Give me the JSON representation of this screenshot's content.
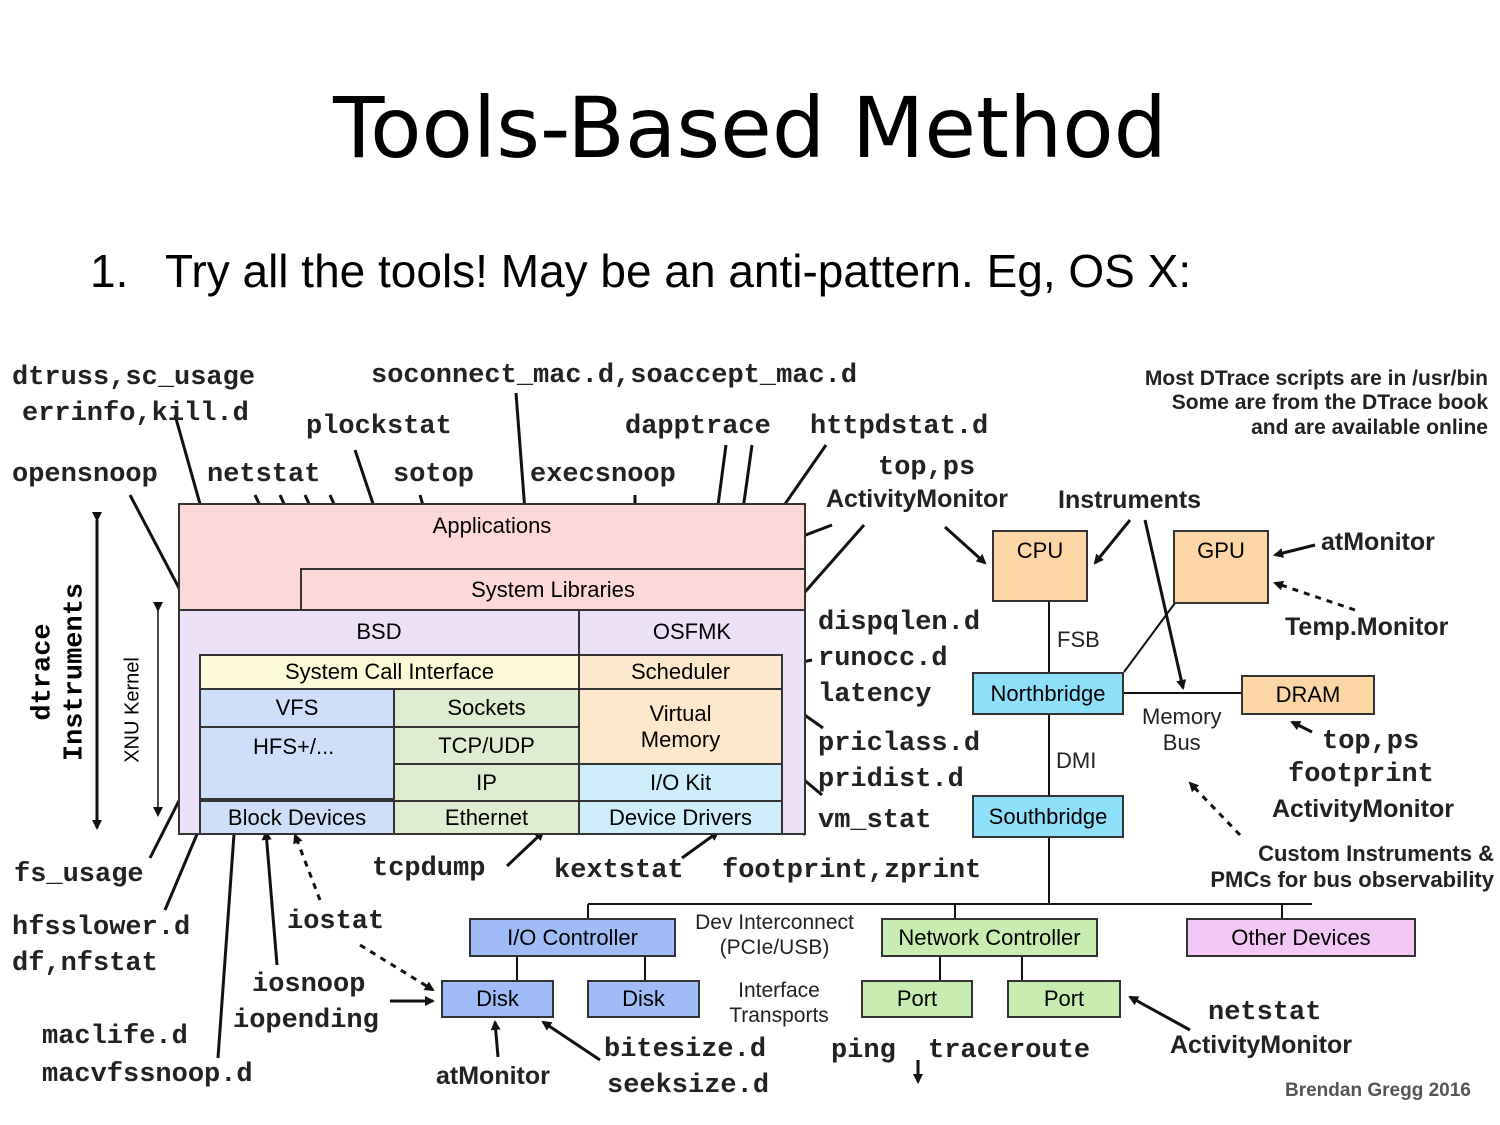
{
  "slide": {
    "title": "Tools-Based Method",
    "bullet_number": "1.",
    "bullet_text": "Try all the tools! May be an anti-pattern. Eg, OS X:"
  },
  "diagram": {
    "layers": {
      "applications": "Applications",
      "system_libraries": "System Libraries",
      "bsd": "BSD",
      "osfmk": "OSFMK",
      "syscall_interface": "System Call Interface",
      "vfs": "VFS",
      "sockets": "Sockets",
      "tcp_udp": "TCP/UDP",
      "hfs": "HFS+/...",
      "ip": "IP",
      "block_devices": "Block Devices",
      "ethernet": "Ethernet",
      "scheduler": "Scheduler",
      "virtual_memory": "Virtual\nMemory",
      "io_kit": "I/O Kit",
      "device_drivers": "Device Drivers",
      "xnu_kernel": "XNU Kernel",
      "dtrace_instruments": "dtrace\nInstruments"
    },
    "hardware": {
      "cpu": "CPU",
      "gpu": "GPU",
      "fsb": "FSB",
      "northbridge": "Northbridge",
      "dram": "DRAM",
      "memory_bus": "Memory\nBus",
      "dmi": "DMI",
      "southbridge": "Southbridge",
      "io_controller": "I/O Controller",
      "dev_interconnect": "Dev Interconnect\n(PCIe/USB)",
      "network_controller": "Network Controller",
      "other_devices": "Other Devices",
      "disk1": "Disk",
      "disk2": "Disk",
      "interface_transports": "Interface\nTransports",
      "port1": "Port",
      "port2": "Port"
    },
    "tools": {
      "dtruss": "dtruss,sc_usage",
      "errinfo": "errinfo,kill.d",
      "soconnect": "soconnect_mac.d,soaccept_mac.d",
      "plockstat": "plockstat",
      "dapptrace": "dapptrace",
      "httpdstat": "httpdstat.d",
      "opensnoop": "opensnoop",
      "netstat": "netstat",
      "sotop": "sotop",
      "execsnoop": "execsnoop",
      "top_ps": "top,ps",
      "activity_monitor": "ActivityMonitor",
      "instruments": "Instruments",
      "atmonitor_gpu": "atMonitor",
      "temp_monitor": "Temp.Monitor",
      "dispqlen": "dispqlen.d",
      "runocc": "runocc.d",
      "latency": "latency",
      "priclass": "priclass.d",
      "pridist": "pridist.d",
      "vm_stat": "vm_stat",
      "top_ps_dram": "top,ps",
      "footprint_dram": "footprint",
      "activity_monitor_dram": "ActivityMonitor",
      "custom_instruments": "Custom Instruments &\nPMCs for bus observability",
      "fs_usage": "fs_usage",
      "hfsslower": "hfsslower.d",
      "df_nfstat": "df,nfstat",
      "iostat": "iostat",
      "tcpdump": "tcpdump",
      "kextstat": "kextstat",
      "footprint_zprint": "footprint,zprint",
      "iosnoop": "iosnoop",
      "iopending": "iopending",
      "maclife": "maclife.d",
      "macvfssnoop": "macvfssnoop.d",
      "atmonitor_disk": "atMonitor",
      "bitesize": "bitesize.d",
      "seeksize": "seeksize.d",
      "ping": "ping",
      "traceroute": "traceroute",
      "netstat_port": "netstat",
      "activity_monitor_port": "ActivityMonitor"
    },
    "note": "Most DTrace scripts are in /usr/bin\nSome are from the DTrace book\nand are available online",
    "credit": "Brendan Gregg 2016"
  },
  "colors": {
    "applications": "#fdd8d8",
    "kernel": "#ede1f7",
    "syscall": "#fdfad8",
    "storage": "#cfdffa",
    "network_stack": "#deeccf",
    "scheduler_vm": "#fde8cc",
    "io_kit": "#cdeefa",
    "cpu_gpu_dram": "#fcd7a5",
    "bridges": "#8edffa",
    "io_controller": "#9fbcf7",
    "network_hw": "#c7eeb0",
    "other_devices": "#f3c8f6"
  }
}
